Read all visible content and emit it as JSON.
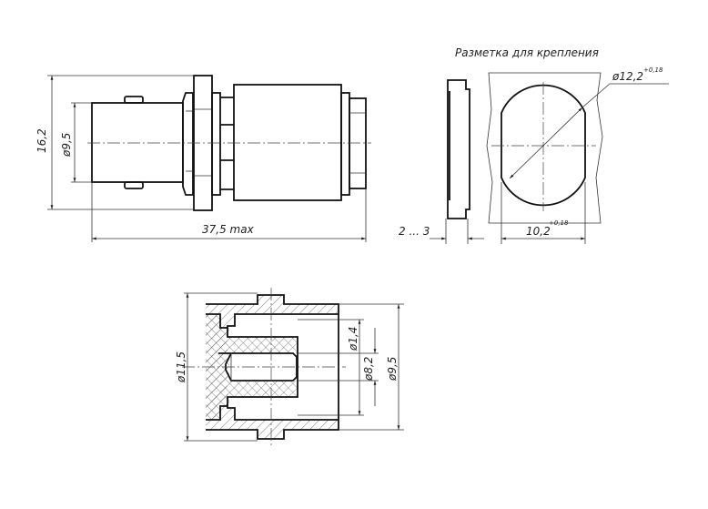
{
  "title": "Разметка для крепления",
  "dimensions": {
    "height_16_2": "16,2",
    "dia_9_5_top": "ø9,5",
    "length": "37,5 max",
    "panel_thickness": "2 ... 3",
    "cutout_dia": "ø12,2",
    "cutout_dia_tol": "+0,18",
    "cutout_flat": "10,2",
    "cutout_flat_tol": "+0,18",
    "dia_11_5": "ø11,5",
    "dia_1_4": "ø1,4",
    "dia_8_2": "ø8,2",
    "dia_9_5_section": "ø9,5"
  }
}
